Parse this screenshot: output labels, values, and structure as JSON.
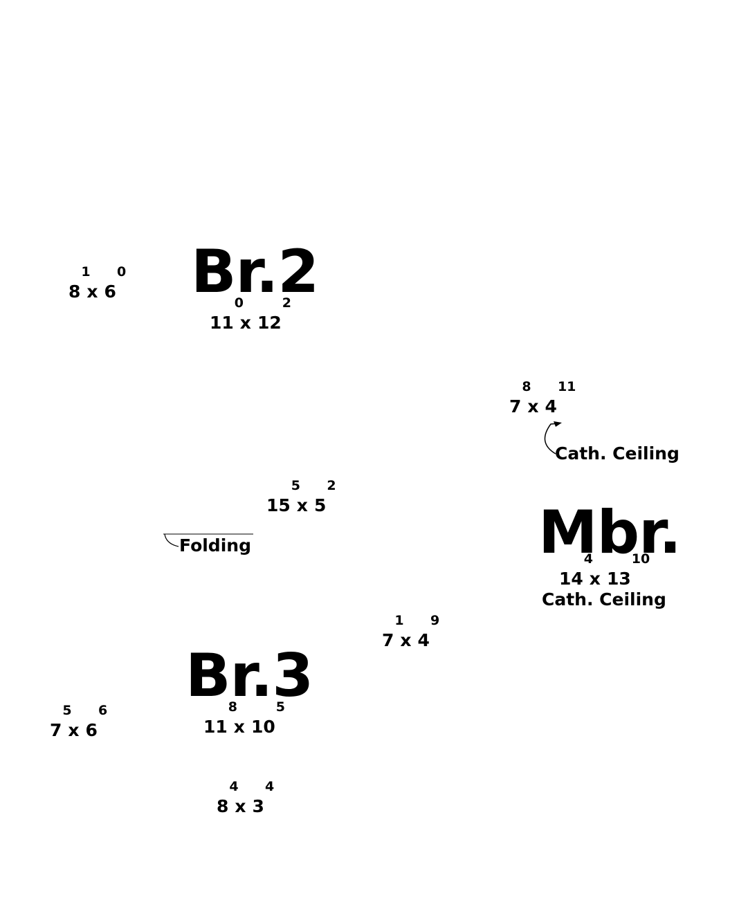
{
  "rooms": {
    "br2": {
      "name": "Br.2",
      "dim": {
        "w_ft": "11",
        "w_in": "0",
        "l_ft": "12",
        "l_in": "2"
      }
    },
    "br3": {
      "name": "Br.3",
      "dim": {
        "w_ft": "11",
        "w_in": "8",
        "l_ft": "10",
        "l_in": "5"
      }
    },
    "mbr": {
      "name": "Mbr.",
      "dim": {
        "w_ft": "14",
        "w_in": "4",
        "l_ft": "13",
        "l_in": "10"
      },
      "note": "Cath. Ceiling"
    }
  },
  "dimensions": {
    "closet_br2": {
      "w_ft": "8",
      "w_in": "1",
      "l_ft": "6",
      "l_in": "0"
    },
    "mbr_bath": {
      "w_ft": "7",
      "w_in": "8",
      "l_ft": "4",
      "l_in": "11"
    },
    "hall": {
      "w_ft": "15",
      "w_in": "5",
      "l_ft": "5",
      "l_in": "2"
    },
    "closet_mid": {
      "w_ft": "7",
      "w_in": "1",
      "l_ft": "4",
      "l_in": "9"
    },
    "closet_br3": {
      "w_ft": "7",
      "w_in": "5",
      "l_ft": "6",
      "l_in": "6"
    },
    "bath_bottom": {
      "w_ft": "8",
      "w_in": "4",
      "l_ft": "3",
      "l_in": "4"
    }
  },
  "labels": {
    "cath_ceiling_bath": "Cath. Ceiling",
    "folding": "Folding",
    "x_symbol": "x"
  },
  "colors": {
    "ink": "#000000",
    "background": "#ffffff"
  }
}
